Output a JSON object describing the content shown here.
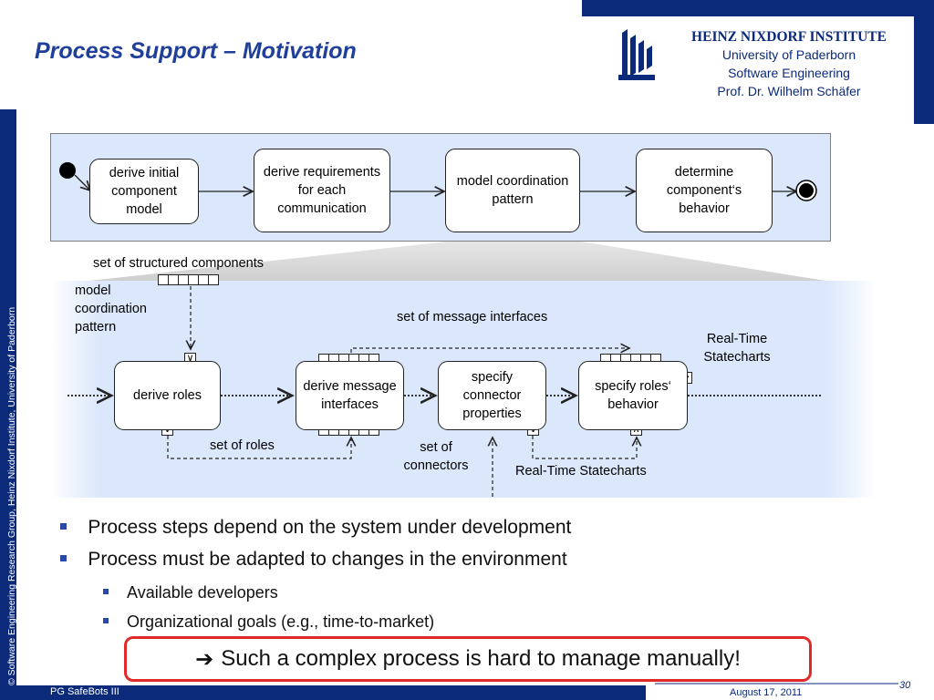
{
  "slide": {
    "title": "Process Support – Motivation",
    "page_number": "30"
  },
  "institute": {
    "name": "HEINZ NIXDORF INSTITUTE",
    "line1": "University of Paderborn",
    "line2": "Software Engineering",
    "line3": "Prof. Dr. Wilhelm Schäfer"
  },
  "sidebar": {
    "copyright": "© Software Engineering Research Group, Heinz Nixdorf Institute, University of Paderborn"
  },
  "top_process": {
    "step1": "derive initial component model",
    "step2": "derive requirements for each communication",
    "step3": "model coordination pattern",
    "step4": "determine component‘s behavior"
  },
  "detail": {
    "label_structured": "set of structured components",
    "label_mcp": "model coordination pattern",
    "label_messages": "set of message interfaces",
    "label_rts_top": "Real-Time Statecharts",
    "label_roles": "set of roles",
    "label_connectors": "set of connectors",
    "label_rts_bottom": "Real-Time Statecharts",
    "step_roles": "derive roles",
    "step_messages": "derive message interfaces",
    "step_connectors": "specify connector properties",
    "step_behavior": "specify roles‘ behavior"
  },
  "bullets": {
    "b1": "Process steps depend on the system under development",
    "b2": "Process must be adapted to changes in the environment",
    "b3": "Available developers",
    "b4": "Organizational goals (e.g., time-to-market)"
  },
  "callout": {
    "arrow": "➔",
    "text": "Such a complex process is hard to manage manually!"
  },
  "footer": {
    "course": "PG SafeBots III",
    "date": "August 17, 2011"
  },
  "colors": {
    "brand_blue": "#0b2a7a",
    "title_blue": "#1f3f9a",
    "panel_blue": "#dbe7fb",
    "callout_red": "#e02a2a"
  }
}
